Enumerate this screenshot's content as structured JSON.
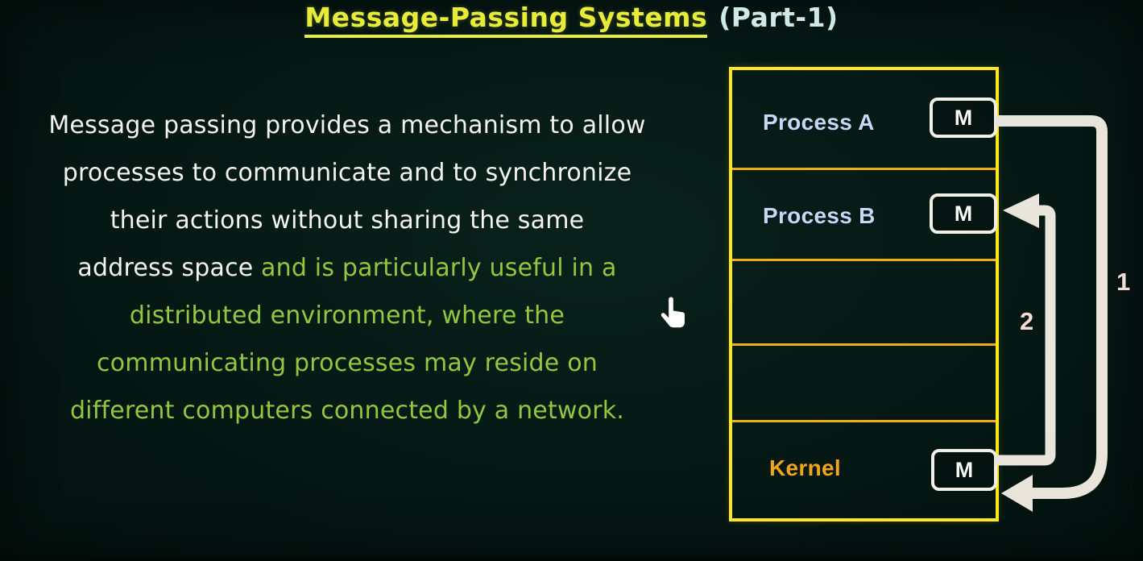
{
  "title": {
    "main": "Message-Passing Systems",
    "suffix": "(Part-1)"
  },
  "paragraph": {
    "line1": "Message passing provides a mechanism to allow",
    "line2": "processes to communicate and to synchronize",
    "line3": "their actions without sharing the same",
    "line4_white": "address space",
    "line4_green": "and is particularly useful in a",
    "line5": "distributed environment, where the",
    "line6": "communicating processes may reside on",
    "line7": "different computers connected by a network."
  },
  "diagram": {
    "process_a_label": "Process A",
    "process_b_label": "Process B",
    "kernel_label": "Kernel",
    "message_a": "M",
    "message_b": "M",
    "message_k": "M",
    "arrow1_label": "1",
    "arrow2_label": "2"
  },
  "icons": {
    "cursor": "hand-pointer-icon"
  },
  "colors": {
    "background": "#051814",
    "title_yellow": "#e7eb39",
    "title_cyan": "#cfe9e7",
    "text_white": "#f4f4ee",
    "text_green": "#92c83e",
    "outer_border_yellow": "#ffe71c",
    "divider_gold": "#eeb011",
    "process_label_blue": "#c8d8f2",
    "kernel_orange": "#f2a51b",
    "m_box_border": "#f2efe6",
    "arrow_cream": "#e9e5db",
    "arrow_number_pink": "#f3dbd6"
  }
}
